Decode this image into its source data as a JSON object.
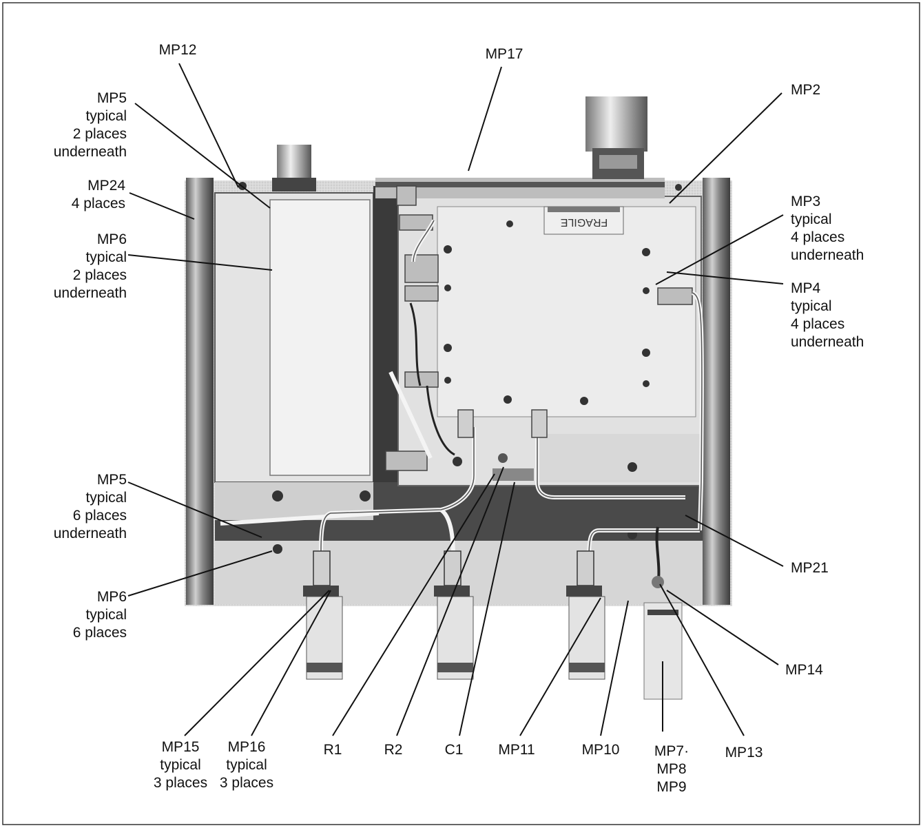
{
  "callouts": {
    "mp12": [
      "MP12"
    ],
    "mp17": [
      "MP17"
    ],
    "mp2": [
      "MP2"
    ],
    "mp5_top": [
      "MP5",
      "typical",
      "2 places",
      "underneath"
    ],
    "mp24": [
      "MP24",
      "4 places"
    ],
    "mp6_top": [
      "MP6",
      "typical",
      "2 places",
      "underneath"
    ],
    "mp3": [
      "MP3",
      "typical",
      "4 places",
      "underneath"
    ],
    "mp4": [
      "MP4",
      "typical",
      "4 places",
      "underneath"
    ],
    "mp5_bottom": [
      "MP5",
      "typical",
      "6 places",
      "underneath"
    ],
    "mp6_bottom": [
      "MP6",
      "typical",
      "6 places"
    ],
    "mp21": [
      "MP21"
    ],
    "mp14": [
      "MP14"
    ],
    "mp15": [
      "MP15",
      "typical",
      "3 places"
    ],
    "mp16": [
      "MP16",
      "typical",
      "3 places"
    ],
    "r1": [
      "R1"
    ],
    "r2": [
      "R2"
    ],
    "c1": [
      "C1"
    ],
    "mp11": [
      "MP11"
    ],
    "mp10": [
      "MP10"
    ],
    "mp7_8_9": [
      "MP7·",
      "MP8",
      "MP9"
    ],
    "mp13": [
      "MP13"
    ]
  },
  "photo": {
    "sticker_text": "FRAGILE"
  }
}
